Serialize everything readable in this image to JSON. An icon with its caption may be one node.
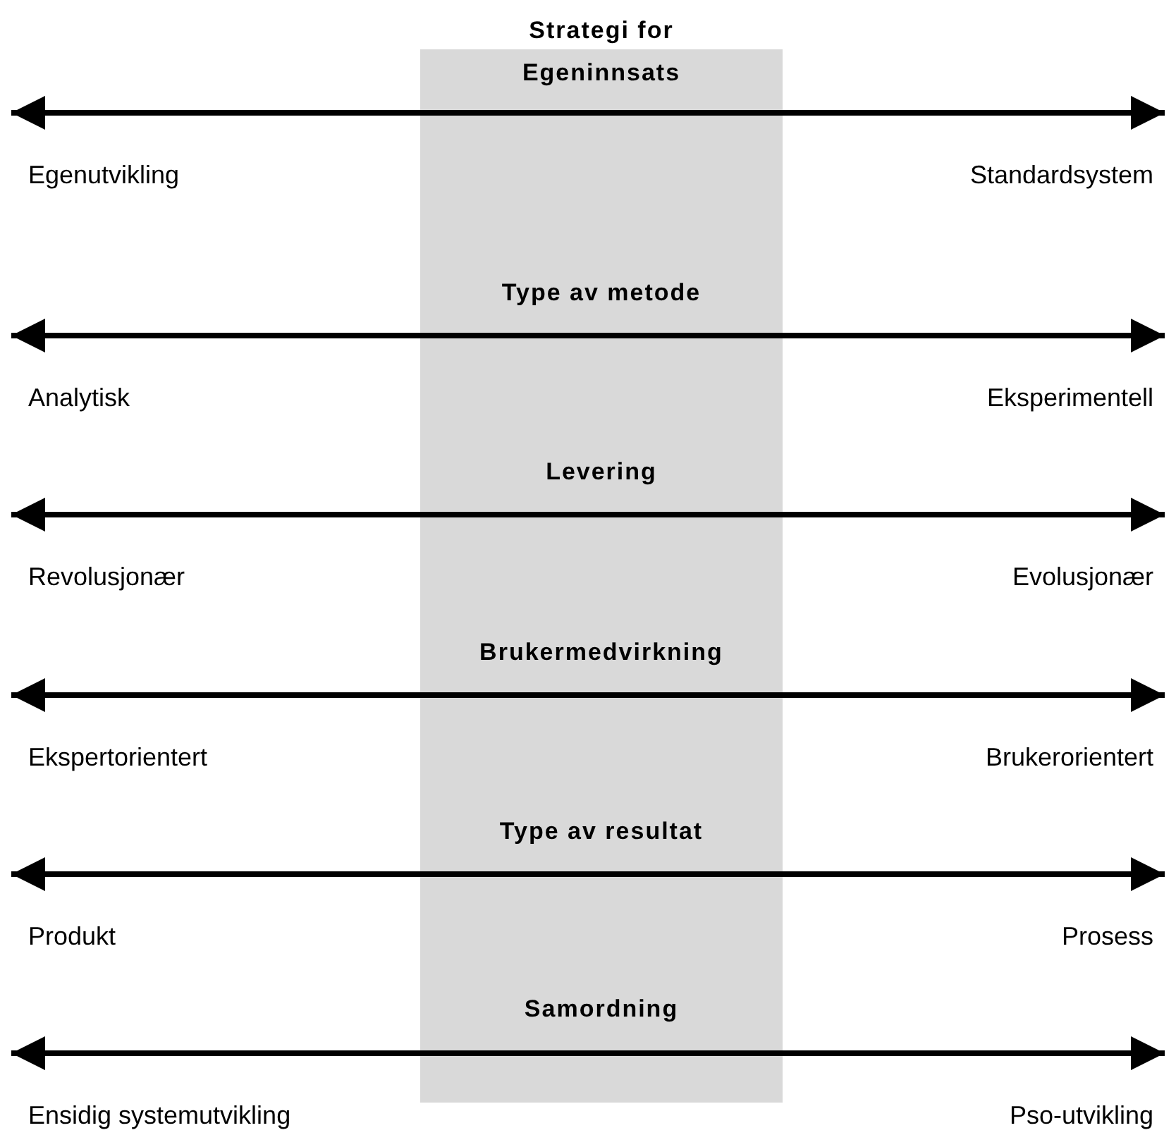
{
  "diagram": {
    "title": "Strategi for",
    "nodes": [
      {
        "text": [
          "Egenutvikling"
        ]
      },
      {
        "text": [
          "Standardsystem"
        ]
      },
      {
        "text": [
          "Analytisk"
        ]
      },
      {
        "text": [
          "Eksperimentell"
        ]
      },
      {
        "text": [
          "Revolusjonær"
        ]
      },
      {
        "text": [
          "Evolusjonær"
        ]
      },
      {
        "text": [
          "Ekspertorientert"
        ]
      },
      {
        "text": [
          "Brukerorientert"
        ]
      },
      {
        "text": [
          "Produkt"
        ]
      },
      {
        "text": [
          "Prosess"
        ]
      },
      {
        "text": [
          "Ensidig systemutvikling"
        ]
      },
      {
        "text": [
          "Pso-utvikling"
        ]
      }
    ],
    "edges": [
      {
        "from": 0,
        "to": 1,
        "arrow": "both"
      },
      {
        "from": 2,
        "to": 3,
        "arrow": "both"
      },
      {
        "from": 4,
        "to": 5,
        "arrow": "both"
      },
      {
        "from": 6,
        "to": 7,
        "arrow": "both"
      },
      {
        "from": 8,
        "to": 9,
        "arrow": "both"
      },
      {
        "from": 10,
        "to": 11,
        "arrow": "both"
      }
    ],
    "labels": [
      "Egeninnsats",
      "Type av metode",
      "Levering",
      "Brukermedvirkning",
      "Type av resultat",
      "Samordning"
    ]
  }
}
